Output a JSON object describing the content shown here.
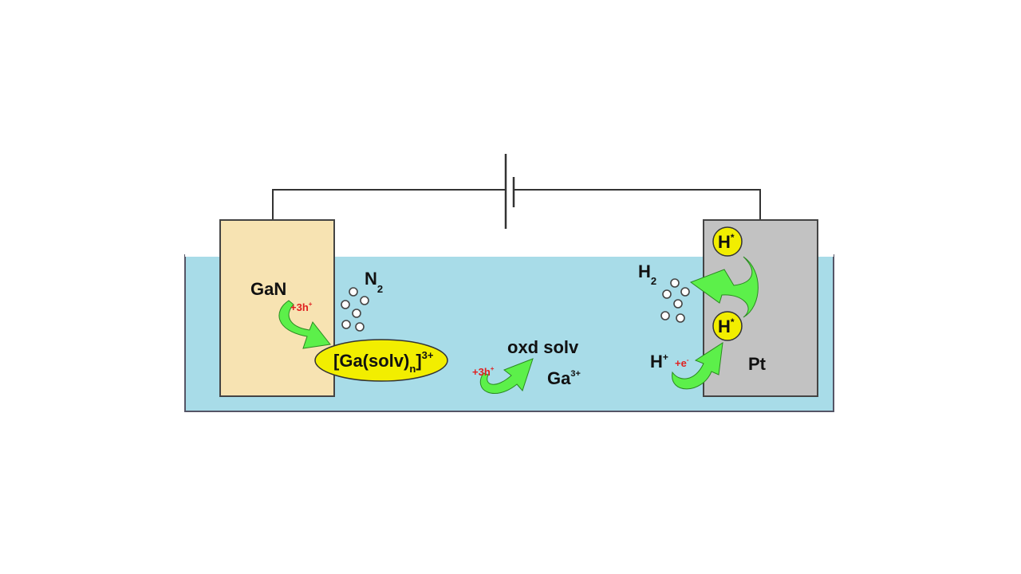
{
  "title": "GaN photoelectrochemical etching cell",
  "colors": {
    "electrolyte": "#a8dce8",
    "gan": "#f7e3b2",
    "pt": "#c2c2c2",
    "complex": "#f2ee00",
    "arrow": "#5cf04a",
    "charge": "#e02020"
  },
  "anode": {
    "label": "GaN",
    "holes": "+3h",
    "holes_sup": "+"
  },
  "gas_anode": {
    "label": "N",
    "sub": "2"
  },
  "complex": {
    "open": "[Ga(solv)",
    "sub": "n",
    "close": "]",
    "sup": "3+"
  },
  "step2": {
    "holes": "+3h",
    "holes_sup": "+"
  },
  "product": {
    "line1": "oxd solv",
    "line2": "Ga",
    "line2_sup": "3+"
  },
  "cathode": {
    "label": "Pt",
    "adsorbed": "H",
    "adsorbed_sup": "*",
    "proton": "H",
    "proton_sup": "+",
    "electron": "+e",
    "electron_sup": "-"
  },
  "gas_cathode": {
    "label": "H",
    "sub": "2"
  }
}
